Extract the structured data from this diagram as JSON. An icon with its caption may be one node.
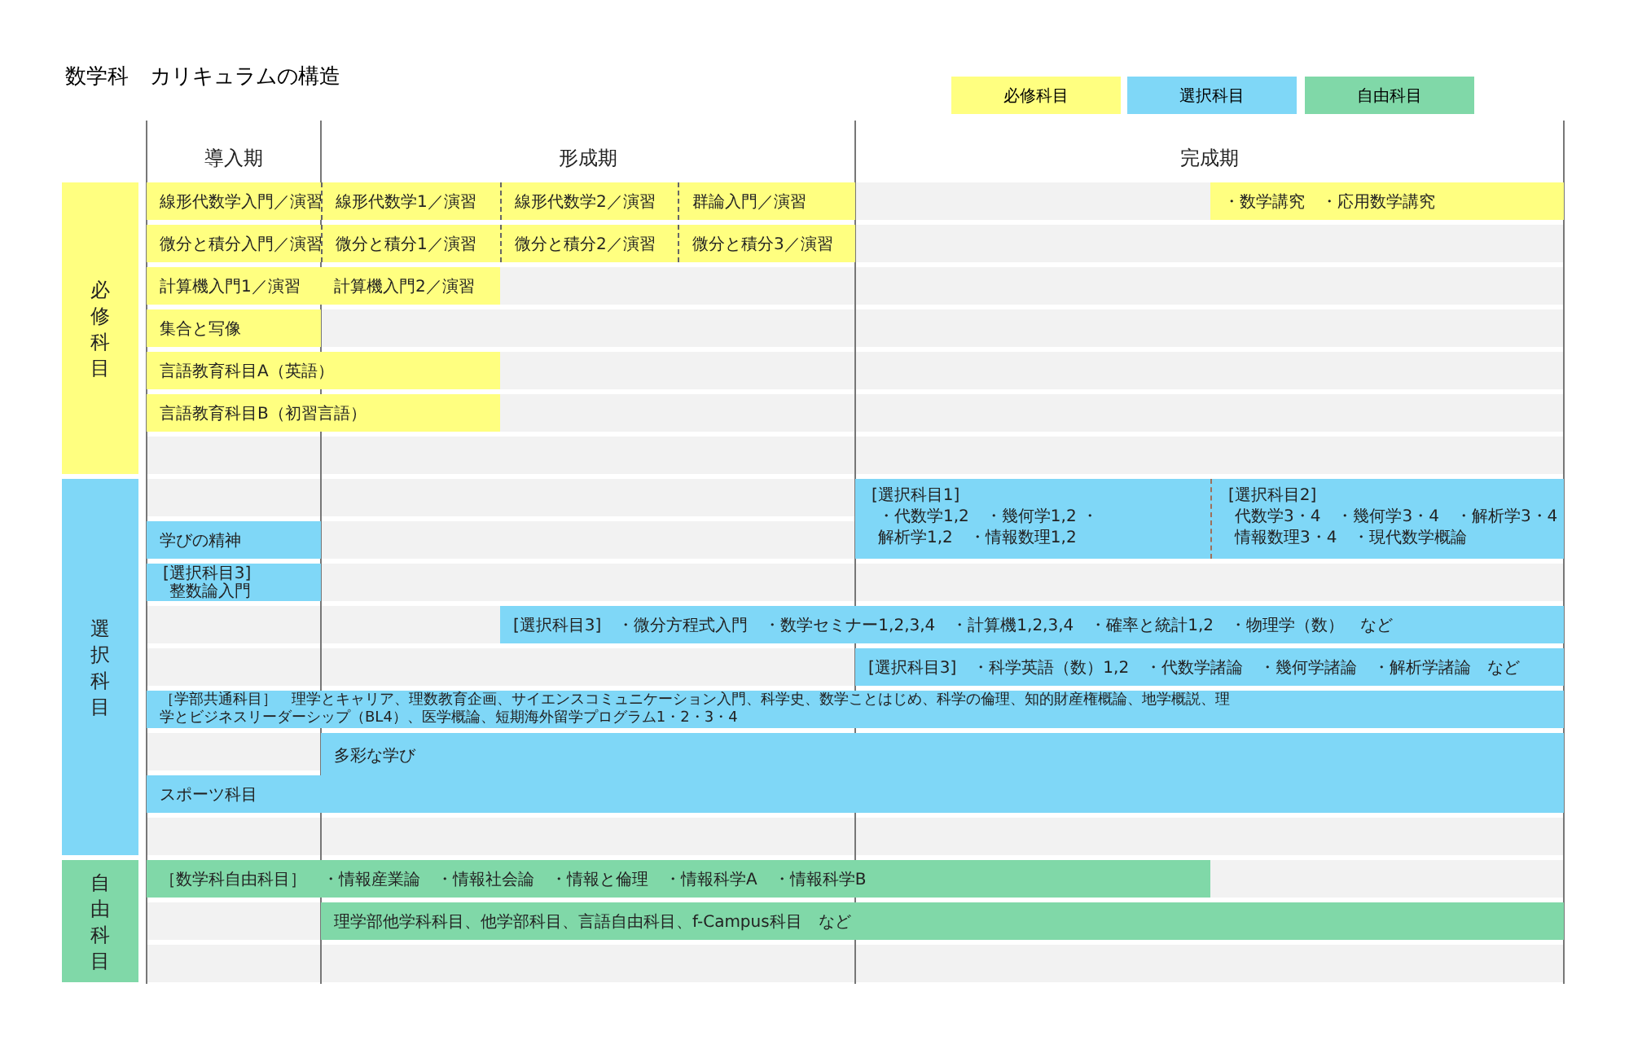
{
  "diagram": {
    "title": "数学科　カリキュラムの構造",
    "nodes": [
      {
        "text": [
          "必修科目"
        ]
      },
      {
        "text": [
          "選択科目"
        ]
      },
      {
        "text": [
          "自由科目"
        ]
      },
      {
        "text": [
          "線形代数学入門／演習"
        ]
      },
      {
        "text": [
          "線形代数学1／演習"
        ]
      },
      {
        "text": [
          "線形代数学2／演習"
        ]
      },
      {
        "text": [
          "群論入門／演習"
        ]
      },
      {
        "text": [
          "・数学講究　・応用数学講究"
        ]
      },
      {
        "text": [
          "微分と積分入門／演習"
        ]
      },
      {
        "text": [
          "微分と積分1／演習"
        ]
      },
      {
        "text": [
          "微分と積分2／演習"
        ]
      },
      {
        "text": [
          "微分と積分3／演習"
        ]
      },
      {
        "text": [
          "計算機入門1／演習"
        ]
      },
      {
        "text": [
          "計算機入門2／演習"
        ]
      },
      {
        "text": [
          "集合と写像"
        ]
      },
      {
        "text": [
          "言語教育科目A（英語）"
        ]
      },
      {
        "text": [
          "言語教育科目B（初習言語）"
        ]
      },
      {
        "text": [
          "[選択科目1]",
          "・代数学1,2　・幾何学1,2 ・解析学1,2　・情報数理1,2"
        ]
      },
      {
        "text": [
          "[選択科目2]",
          "代数学3・4　・幾何学3・4　・解析学3・4 情報数理3・4　・現代数学概論"
        ]
      },
      {
        "text": [
          "学びの精神"
        ]
      },
      {
        "text": [
          "[選択科目3]",
          "整数論入門"
        ]
      },
      {
        "text": [
          "[選択科目3]　・微分方程式入門　・数学セミナー1,2,3,4　・計算機1,2,3,4　・確率と統計1,2　・物理学（数）　など"
        ]
      },
      {
        "text": [
          "[選択科目3]　・科学英語（数）1,2　・代数学諸論　・幾何学諸論　・解析学諸論　など"
        ]
      },
      {
        "text": [
          "［学部共通科目］　理学とキャリア、理数教育企画、サイエンスコミュニケーション入門、科学史、数学ことはじめ、科学の倫理、知的財産権概論、地学概説、理学とビジネスリーダーシップ（BL4）、医学概論、短期海外留学プログラム1・2・3・4"
        ]
      },
      {
        "text": [
          "多彩な学び"
        ]
      },
      {
        "text": [
          "スポーツ科目"
        ]
      },
      {
        "text": [
          "［数学科自由科目］　・情報産業論　・情報社会論　・情報と倫理　・情報科学A　・情報科学B"
        ]
      },
      {
        "text": [
          "理学部他学科科目、他学部科目、言語自由科目、f-Campus科目　など"
        ]
      }
    ],
    "labels": [
      "導入期",
      "形成期",
      "完成期"
    ],
    "legend": [
      {
        "text": "必修科目",
        "color": "#ffff80"
      },
      {
        "text": "選択科目",
        "color": "#7fd7f7"
      },
      {
        "text": "自由科目",
        "color": "#80d8a8"
      }
    ]
  }
}
